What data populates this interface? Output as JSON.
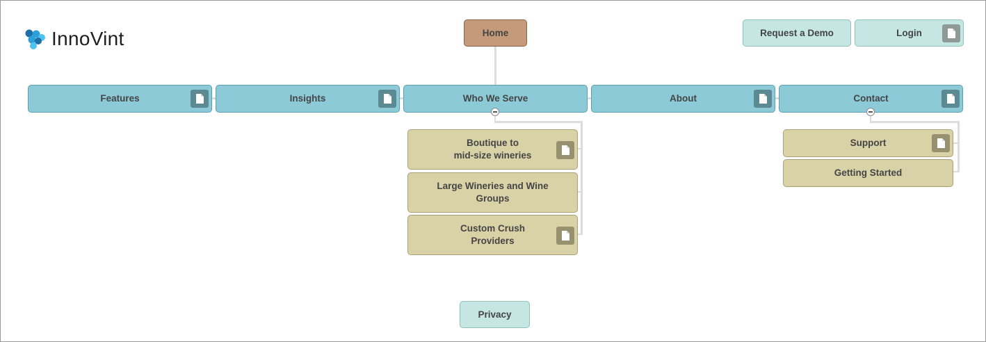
{
  "brand": {
    "name": "InnoVint",
    "logo_icon": "grape-cluster-icon"
  },
  "home": {
    "label": "Home"
  },
  "utility": {
    "request_demo": "Request a Demo",
    "login": "Login"
  },
  "nav": [
    {
      "label": "Features"
    },
    {
      "label": "Insights"
    },
    {
      "label": "Who We Serve"
    },
    {
      "label": "About"
    },
    {
      "label": "Contact"
    }
  ],
  "who_we_serve_children": [
    {
      "label": "Boutique to\nmid-size wineries"
    },
    {
      "label": "Large Wineries and Wine Groups"
    },
    {
      "label": "Custom Crush Providers"
    }
  ],
  "contact_children": [
    {
      "label": "Support"
    },
    {
      "label": "Getting Started"
    }
  ],
  "footer": {
    "privacy": "Privacy"
  },
  "colors": {
    "home": "#c49a7a",
    "primary_nav": "#8ccad8",
    "utility": "#c5e6e2",
    "secondary": "#dad2a7",
    "connector": "#dcdcdc",
    "logo_blue": "#2a9fd8"
  }
}
